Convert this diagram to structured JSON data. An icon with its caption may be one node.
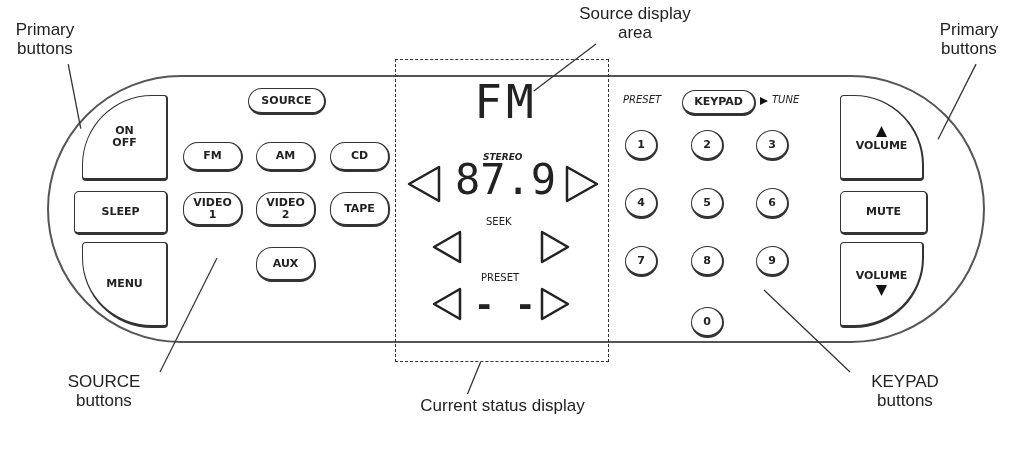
{
  "diagram": {
    "nodes": [
      {
        "text": [
          "Primary buttons"
        ]
      },
      {
        "text": [
          "Source display area"
        ]
      },
      {
        "text": [
          "Primary buttons"
        ]
      },
      {
        "text": [],
        "shape": "box"
      },
      {
        "text": [
          "ON OFF"
        ],
        "in": 3
      },
      {
        "text": [
          "SLEEP"
        ],
        "in": 3
      },
      {
        "text": [
          "MENU"
        ],
        "in": 3
      },
      {
        "text": [
          "SOURCE"
        ],
        "in": 3
      },
      {
        "text": [
          "FM"
        ],
        "in": 3
      },
      {
        "text": [
          "AM"
        ],
        "in": 3
      },
      {
        "text": [
          "CD"
        ],
        "in": 3
      },
      {
        "text": [
          "VIDEO 1"
        ],
        "in": 3
      },
      {
        "text": [
          "VIDEO 2"
        ],
        "in": 3
      },
      {
        "text": [
          "TAPE"
        ],
        "in": 3
      },
      {
        "text": [
          "AUX"
        ],
        "in": 3
      },
      {
        "text": [],
        "shape": "box"
      },
      {
        "text": [
          "FM"
        ],
        "in": 15
      },
      {
        "text": [],
        "shape": "triangle",
        "in": 15
      },
      {
        "text": [],
        "shape": "triangle",
        "in": 15
      },
      {
        "text": [],
        "shape": "triangle",
        "in": 15
      },
      {
        "text": [],
        "shape": "triangle",
        "in": 15
      },
      {
        "text": [],
        "shape": "triangle",
        "in": 15
      },
      {
        "text": [],
        "shape": "triangle",
        "in": 15
      },
      {
        "text": [
          "KEYPAD"
        ],
        "in": 3
      },
      {
        "text": [
          "1"
        ],
        "in": 3
      },
      {
        "text": [
          "2"
        ],
        "in": 3
      },
      {
        "text": [
          "3"
        ],
        "in": 3
      },
      {
        "text": [
          "4"
        ],
        "in": 3
      },
      {
        "text": [
          "5"
        ],
        "in": 3
      },
      {
        "text": [
          "6"
        ],
        "in": 3
      },
      {
        "text": [
          "7"
        ],
        "in": 3
      },
      {
        "text": [
          "8"
        ],
        "in": 3
      },
      {
        "text": [
          "9"
        ],
        "in": 3
      },
      {
        "text": [
          "0"
        ],
        "in": 3
      },
      {
        "text": [
          "VOLUME"
        ],
        "in": 3
      },
      {
        "text": [
          "MUTE"
        ],
        "in": 3
      },
      {
        "text": [
          "VOLUME"
        ],
        "in": 3
      },
      {
        "text": [
          "SOURCE buttons"
        ]
      },
      {
        "text": [
          "Current status display"
        ]
      },
      {
        "text": [
          "KEYPAD buttons"
        ]
      }
    ],
    "edges": [
      {
        "from": 0,
        "to": 3,
        "arrow": "none"
      },
      {
        "from": 1,
        "to": 16,
        "arrow": "none"
      },
      {
        "from": 2,
        "to": 3,
        "arrow": "none"
      },
      {
        "from": 37,
        "to": null,
        "arrow": "none"
      },
      {
        "from": 38,
        "to": 15,
        "arrow": "none"
      },
      {
        "from": 39,
        "to": null,
        "arrow": "none"
      }
    ],
    "labels": [
      "PRESET",
      "TUNE",
      "STEREO",
      "87.9",
      "SEEK",
      "PRESET",
      "- -"
    ]
  }
}
